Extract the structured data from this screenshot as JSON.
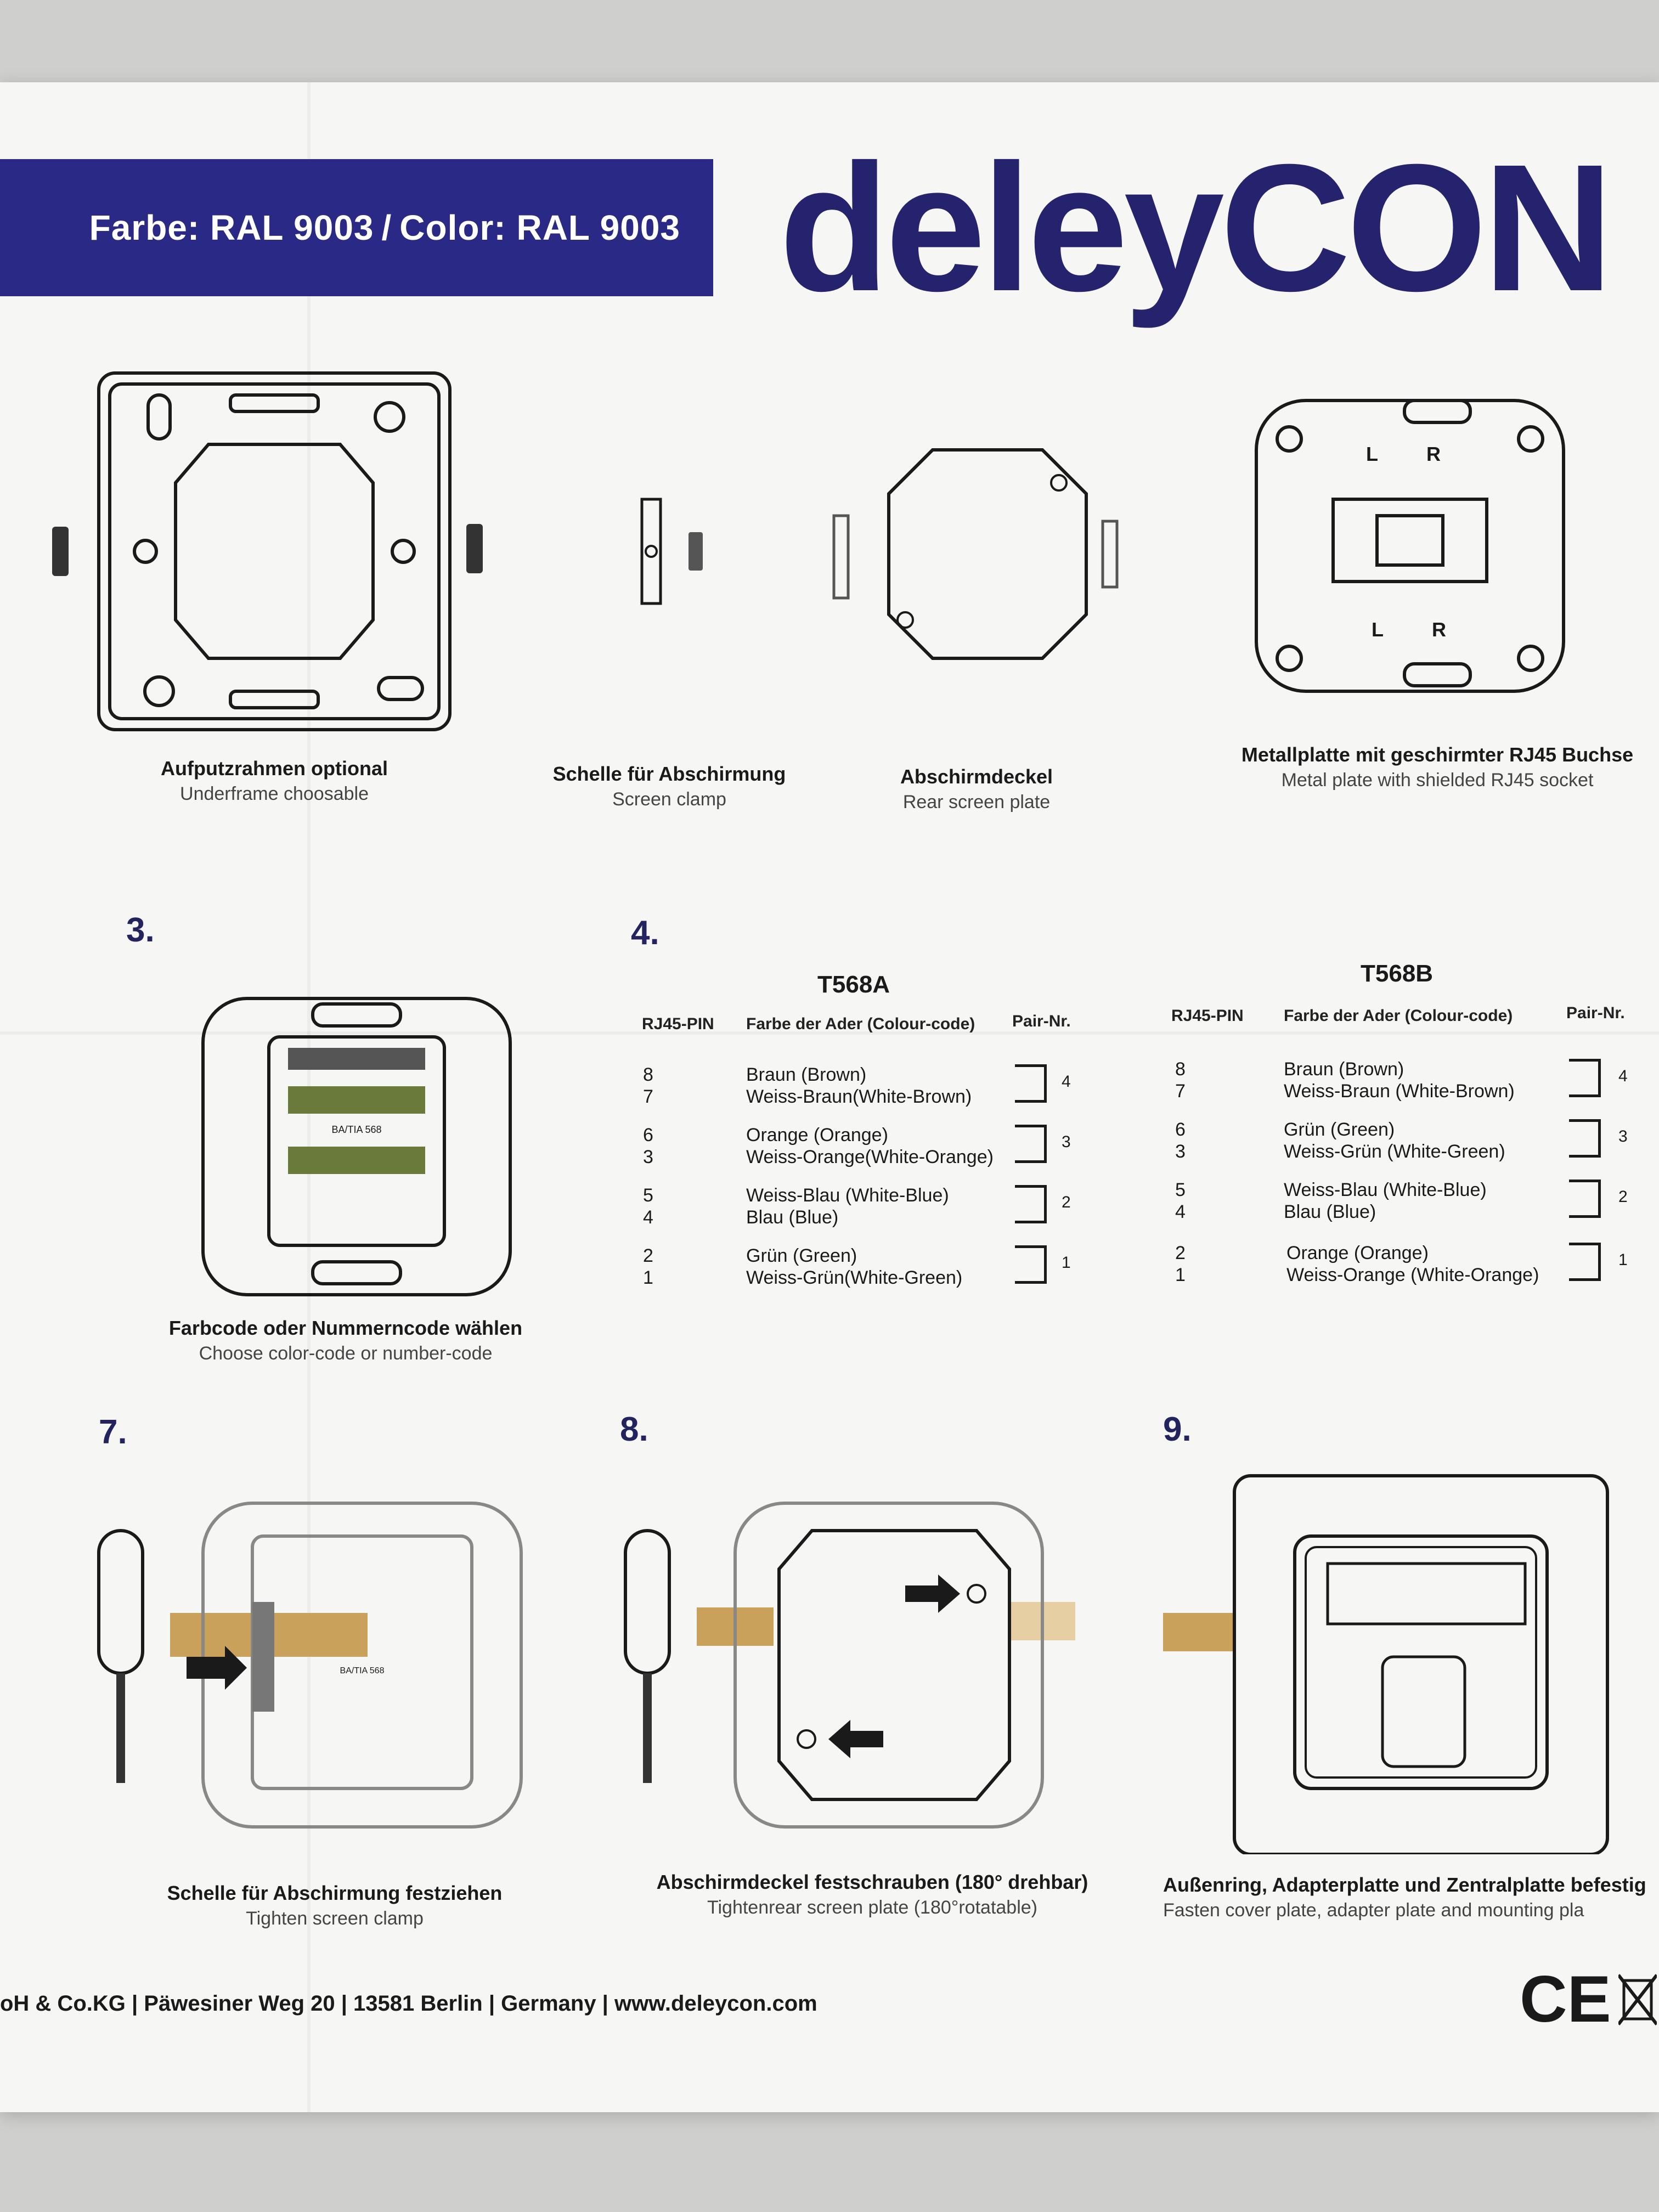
{
  "banner": {
    "de": "Farbe: RAL 9003",
    "sep": "/",
    "en": "Color: RAL 9003"
  },
  "logo": "deleyCON",
  "parts": {
    "underframe": {
      "de": "Aufputzrahmen optional",
      "en": "Underframe choosable"
    },
    "clamp": {
      "de": "Schelle für Abschirmung",
      "en": "Screen clamp"
    },
    "rear_plate": {
      "de": "Abschirmdeckel",
      "en": "Rear screen plate"
    },
    "metal_plate": {
      "de": "Metallplatte mit geschirmter RJ45 Buchse",
      "en": "Metal plate with shielded RJ45 socket"
    }
  },
  "socket_labels": {
    "left": "L",
    "right": "R"
  },
  "steps": {
    "s3": {
      "num": "3.",
      "de": "Farbcode oder Nummerncode wählen",
      "en": "Choose color-code or number-code"
    },
    "s4": {
      "num": "4."
    },
    "s7": {
      "num": "7.",
      "de": "Schelle für Abschirmung festziehen",
      "en": "Tighten screen clamp"
    },
    "s8": {
      "num": "8.",
      "de": "Abschirmdeckel festschrauben (180° drehbar)",
      "en": "Tightenrear screen plate (180°rotatable)"
    },
    "s9": {
      "num": "9.",
      "de": "Außenring, Adapterplatte und Zentralplatte befestig",
      "en": "Fasten cover plate, adapter plate and mounting pla"
    }
  },
  "terminal_label": "BA/TIA 568",
  "tables": {
    "headers": {
      "pin": "RJ45-PIN",
      "color": "Farbe der Ader (Colour-code)",
      "pair": "Pair-Nr."
    },
    "t568a": {
      "title": "T568A",
      "groups": [
        {
          "pins": [
            "8",
            "7"
          ],
          "colors": [
            "Braun (Brown)",
            "Weiss-Braun(White-Brown)"
          ],
          "pair": "4"
        },
        {
          "pins": [
            "6",
            "3"
          ],
          "colors": [
            "Orange (Orange)",
            "Weiss-Orange(White-Orange)"
          ],
          "pair": "3"
        },
        {
          "pins": [
            "5",
            "4"
          ],
          "colors": [
            "Weiss-Blau (White-Blue)",
            "Blau (Blue)"
          ],
          "pair": "2"
        },
        {
          "pins": [
            "2",
            "1"
          ],
          "colors": [
            "Grün (Green)",
            "Weiss-Grün(White-Green)"
          ],
          "pair": "1"
        }
      ]
    },
    "t568b": {
      "title": "T568B",
      "groups": [
        {
          "pins": [
            "8",
            "7"
          ],
          "colors": [
            "Braun (Brown)",
            "Weiss-Braun (White-Brown)"
          ],
          "pair": "4"
        },
        {
          "pins": [
            "6",
            "3"
          ],
          "colors": [
            "Grün (Green)",
            "Weiss-Grün (White-Green)"
          ],
          "pair": "3"
        },
        {
          "pins": [
            "5",
            "4"
          ],
          "colors": [
            "Weiss-Blau (White-Blue)",
            "Blau (Blue)"
          ],
          "pair": "2"
        },
        {
          "pins": [
            "2",
            "1"
          ],
          "colors": [
            "Orange (Orange)",
            "Weiss-Orange (White-Orange)"
          ],
          "pair": "1"
        }
      ]
    }
  },
  "footer": "oH & Co.KG | Päwesiner Weg 20 | 13581 Berlin | Germany | www.deleycon.com",
  "ce_mark": "CE",
  "colors": {
    "banner": "#2a2a86",
    "logo": "#26236e",
    "tape": "#c9a15a"
  },
  "icons": [
    "screw-icon",
    "screwdriver-icon",
    "arrow-right-icon",
    "arrow-left-icon",
    "ce-mark-icon",
    "weee-bin-icon"
  ]
}
